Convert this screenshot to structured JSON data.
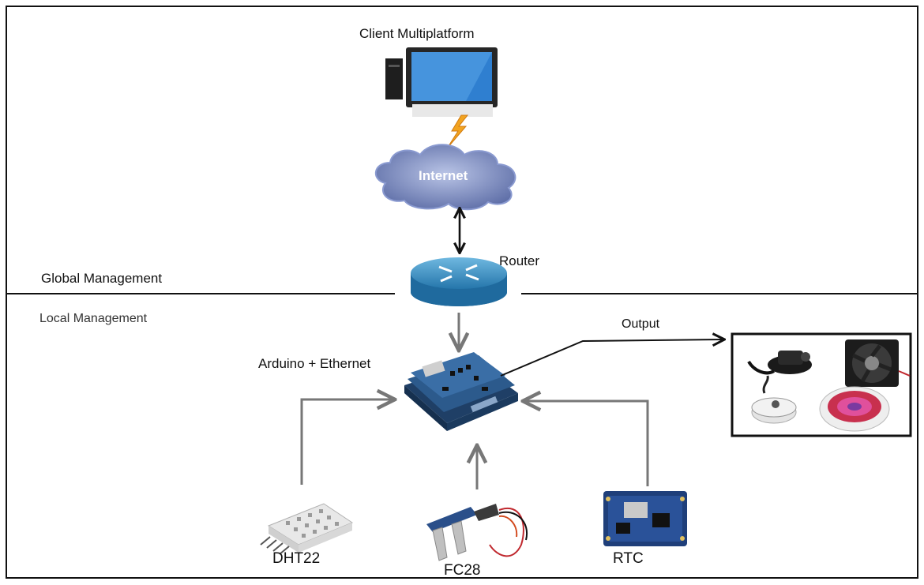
{
  "diagram": {
    "client_label": "Client Multiplatform",
    "internet_label": "Internet",
    "router_label": "Router",
    "global_label": "Global Management",
    "local_label": "Local Management",
    "output_label": "Output",
    "arduino_label": "Arduino + Ethernet",
    "sensors": {
      "dht": "DHT22",
      "fc": "FC28",
      "rtc": "RTC"
    }
  },
  "colors": {
    "border": "#111111",
    "arrow_gray": "#777777",
    "cloud_fill": "#7f8fc4",
    "router_fill": "#3a8fc0",
    "board_blue": "#2c5a8c",
    "lightning": "#f0a020",
    "led_red": "#c8304e"
  }
}
